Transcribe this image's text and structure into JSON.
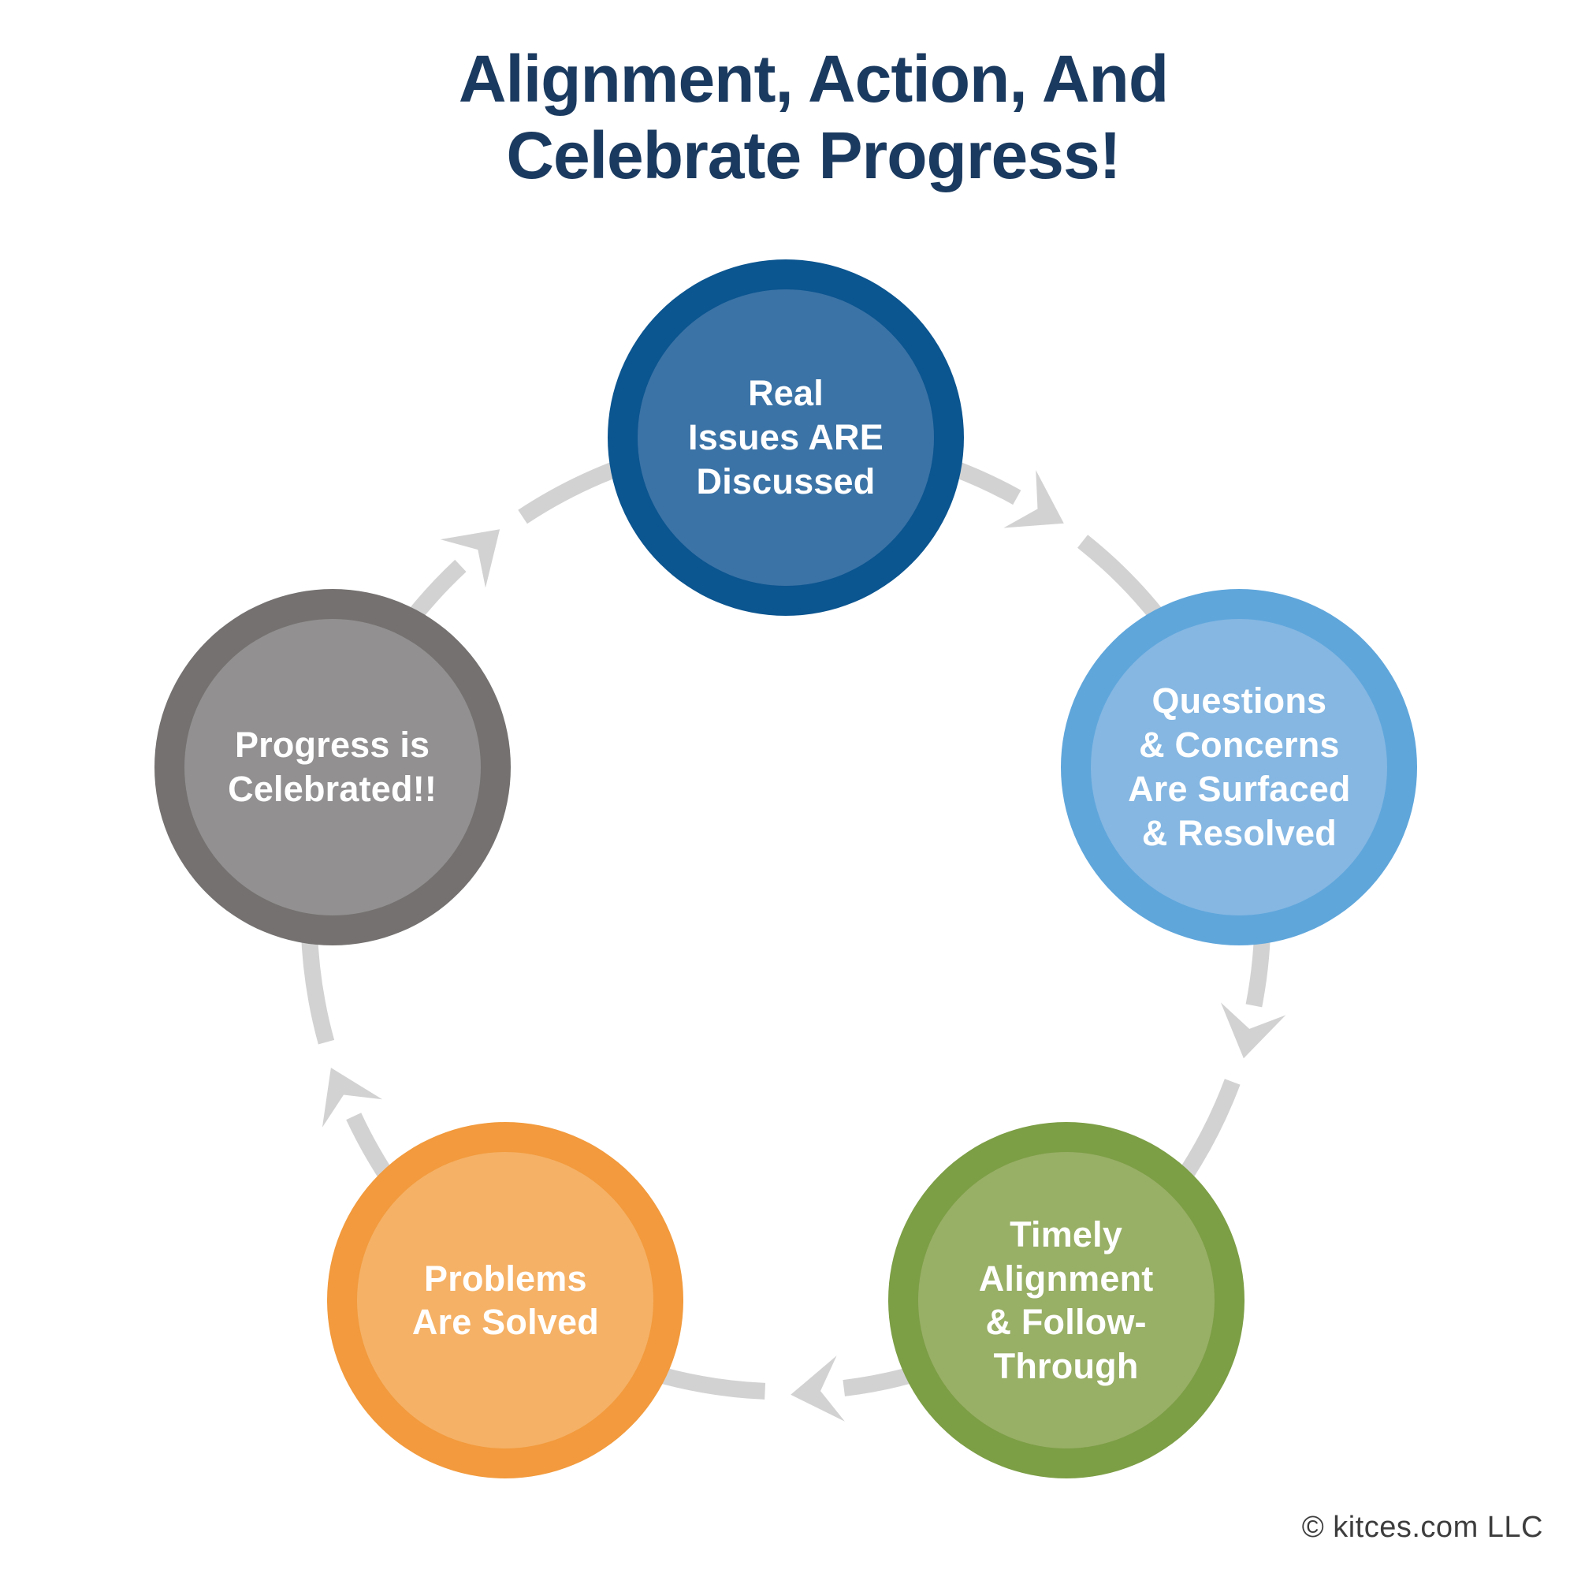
{
  "title": "Alignment, Action, And\nCelebrate Progress!",
  "title_color": "#1b3a5f",
  "background_color": "#ffffff",
  "arrow_color": "#d2d2d2",
  "copyright": "© kitces.com LLC",
  "copyright_color": "#3d3d3d",
  "steps": [
    {
      "id": "real-issues-discussed",
      "label": "Real\nIssues ARE\nDiscussed",
      "outer_color": "#0b5590",
      "inner_color": "#3b73a6",
      "text_color": "#ffffff"
    },
    {
      "id": "questions-concerns",
      "label": "Questions\n& Concerns\nAre Surfaced\n& Resolved",
      "outer_color": "#5fa6db",
      "inner_color": "#85b7e2",
      "text_color": "#ffffff"
    },
    {
      "id": "timely-alignment",
      "label": "Timely\nAlignment\n& Follow-\nThrough",
      "outer_color": "#7c9e45",
      "inner_color": "#98af66",
      "text_color": "#ffffff"
    },
    {
      "id": "problems-are-solved",
      "label": "Problems\nAre Solved",
      "outer_color": "#f29a3d",
      "inner_color": "#f5b166",
      "text_color": "#ffffff"
    },
    {
      "id": "progress-is-celebrated",
      "label": "Progress is\nCelebrated!!",
      "outer_color": "#747170",
      "inner_color": "#929090",
      "text_color": "#ffffff"
    }
  ]
}
